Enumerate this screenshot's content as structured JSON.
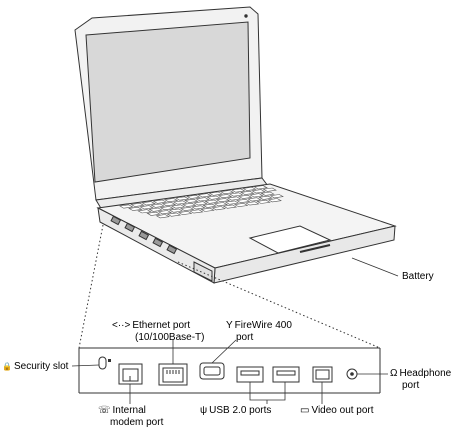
{
  "labels": {
    "battery": "Battery",
    "ethernet_symbol": "<··>",
    "ethernet_line1": "Ethernet port",
    "ethernet_line2": "(10/100Base-T)",
    "firewire_symbol": "Y",
    "firewire_line1": "FireWire 400",
    "firewire_line2": "port",
    "security_symbol": "🔒",
    "security": "Security slot",
    "modem_symbol": "☏",
    "modem_line1": "Internal",
    "modem_line2": "modem port",
    "usb_symbol": "ψ",
    "usb": "USB 2.0 ports",
    "video_symbol": "▭",
    "video": "Video out port",
    "headphone_symbol": "Ω",
    "headphone_line1": "Headphone",
    "headphone_line2": "port"
  },
  "colors": {
    "line": "#333333",
    "body_fill": "#f2f2f2",
    "screen_fill": "#d6d6d6",
    "key_fill": "#ffffff",
    "dotted": "#333333"
  }
}
